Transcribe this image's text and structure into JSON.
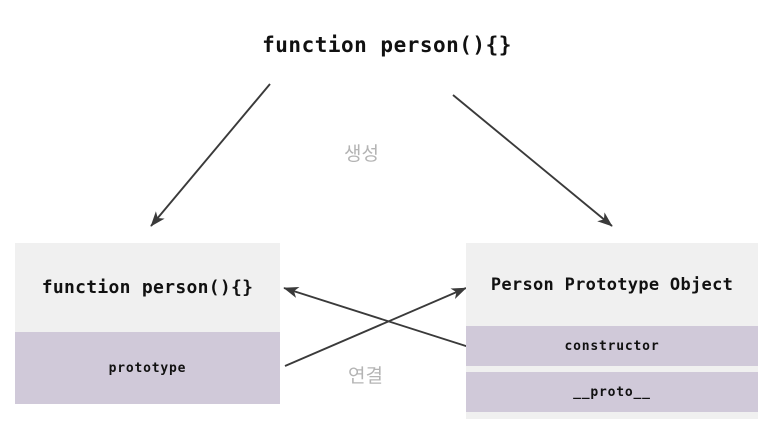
{
  "diagram": {
    "title": "function person(){}",
    "annotations": {
      "create": "생성",
      "link": "연결"
    },
    "colors": {
      "header_bg": "#f0f0f0",
      "row_bg": "#d0c9d9",
      "text": "#111111",
      "annotation": "#b4b4b4",
      "arrow": "#3a3a3a"
    },
    "boxes": [
      {
        "id": "function-box",
        "header": "function person(){}",
        "rows": [
          "prototype"
        ]
      },
      {
        "id": "prototype-box",
        "header": "Person Prototype Object",
        "rows": [
          "constructor",
          "__proto__"
        ]
      }
    ],
    "arrows": [
      {
        "name": "create-to-function",
        "label": "생성"
      },
      {
        "name": "create-to-prototype",
        "label": "생성"
      },
      {
        "name": "prototype-to-function",
        "label": "연결"
      },
      {
        "name": "function-to-prototype",
        "label": "연결"
      }
    ]
  }
}
